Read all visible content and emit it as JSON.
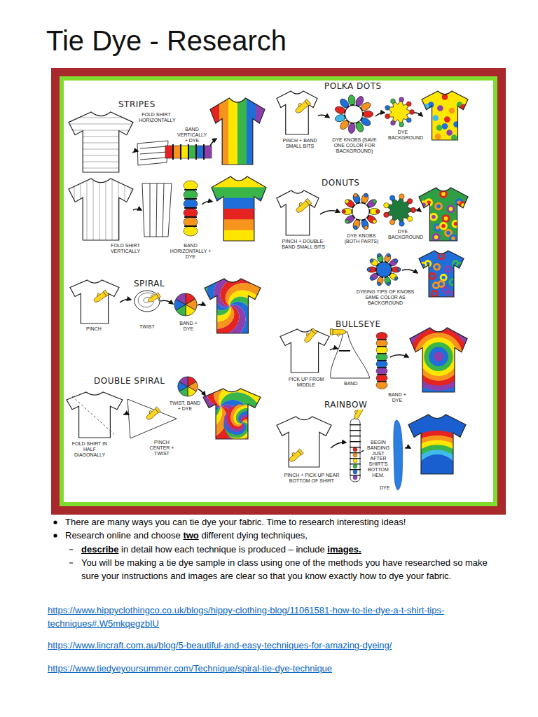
{
  "diagram": {
    "title": "Tie Dye - Research",
    "labels": [
      "STRIPES",
      "FOLD SHIRT HORIZONTALLY",
      "BAND VERTICALLY + DYE",
      "FOLD SHIRT VERTICALLY",
      "BAND HORIZONTALLY + DYE",
      "POLKA DOTS",
      "PINCH + BAND SMALL BITS",
      "DYE KNOBS (SAVE ONE COLOR FOR BACKGROUND)",
      "DYE BACKGROUND",
      "DONUTS",
      "PINCH + DOUBLE-BAND SMALL BITS",
      "DYE KNOBS (BOTH PARTS)",
      "DYE BACKGROUND",
      "DYEING TIPS OF KNOBS SAME COLOR AS BACKGROUND",
      "SPIRAL",
      "PINCH",
      "TWIST",
      "BAND + DYE",
      "BULLSEYE",
      "PICK UP FROM MIDDLE",
      "BAND",
      "BAND + DYE",
      "DOUBLE SPIRAL",
      "FOLD SHIRT IN HALF DIAGONALLY",
      "PINCH CENTER + TWIST",
      "TWIST, BAND + DYE",
      "RAINBOW",
      "PINCH + PICK UP NEAR BOTTOM OF SHIRT",
      "BEGIN BANDING JUST AFTER SHIRT'S BOTTOM HEM.",
      "DYE",
      "There are many ways you can tie dye your fabric. Time to research interesting ideas!",
      "Research online and choose",
      "two",
      "different dying techniques,",
      "describe",
      "in detail how each technique is produced – include",
      "images.",
      "You will be making a tie dye sample in class using one of the methods you have researched so make sure your instructions and images are clear so that you know exactly how to dye your fabric.",
      "https://www.hippyclothingco.co.uk/blogs/hippy-clothing-blog/11061581-how-to-tie-dye-a-t-shirt-tips-techniques#.W5mkqegzbIU",
      "https://www.lincraft.com.au/blog/5-beautiful-and-easy-techniques-for-amazing-dyeing/",
      "https://www.tiedyeyoursummer.com/Technique/spiral-tie-dye-technique"
    ]
  }
}
